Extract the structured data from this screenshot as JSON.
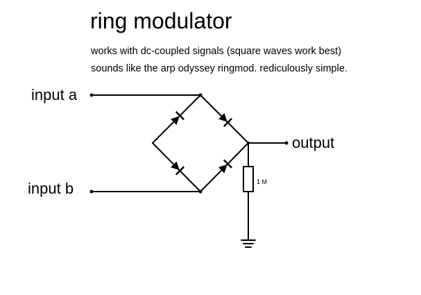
{
  "title": "ring modulator",
  "description": [
    "works with dc-coupled signals (square waves work best)",
    "sounds like the arp odyssey ringmod. rediculously simple."
  ],
  "terminals": {
    "input_a": "input a",
    "input_b": "input b",
    "output": "output"
  },
  "components": {
    "resistor_value": "1 M",
    "diodes": 4,
    "ground_symbol": "ground-icon"
  }
}
